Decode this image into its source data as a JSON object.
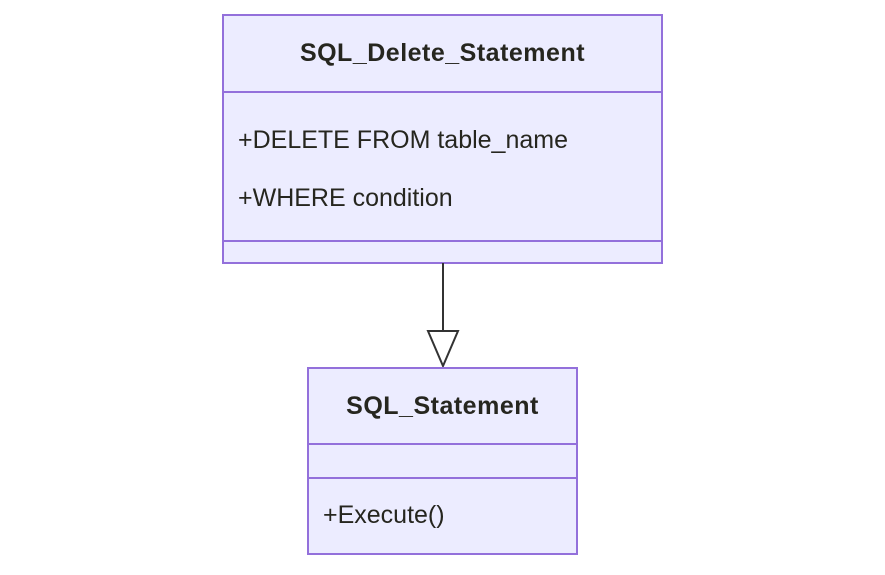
{
  "diagram": {
    "type": "uml-class-diagram",
    "classes": [
      {
        "title": "SQL_Delete_Statement",
        "members": [
          "+DELETE FROM table_name",
          "+WHERE condition"
        ],
        "methods": []
      },
      {
        "title": "SQL_Statement",
        "members": [],
        "methods": [
          "+Execute()"
        ]
      }
    ],
    "relations": [
      {
        "from": "SQL_Delete_Statement",
        "to": "SQL_Statement",
        "type": "inheritance",
        "arrow_style": "hollow-triangle"
      }
    ],
    "colors": {
      "node_fill": "#ECECFF",
      "node_border": "#9370DB",
      "text": "#26261f",
      "arrow": "#333333",
      "background": "#ffffff"
    }
  }
}
